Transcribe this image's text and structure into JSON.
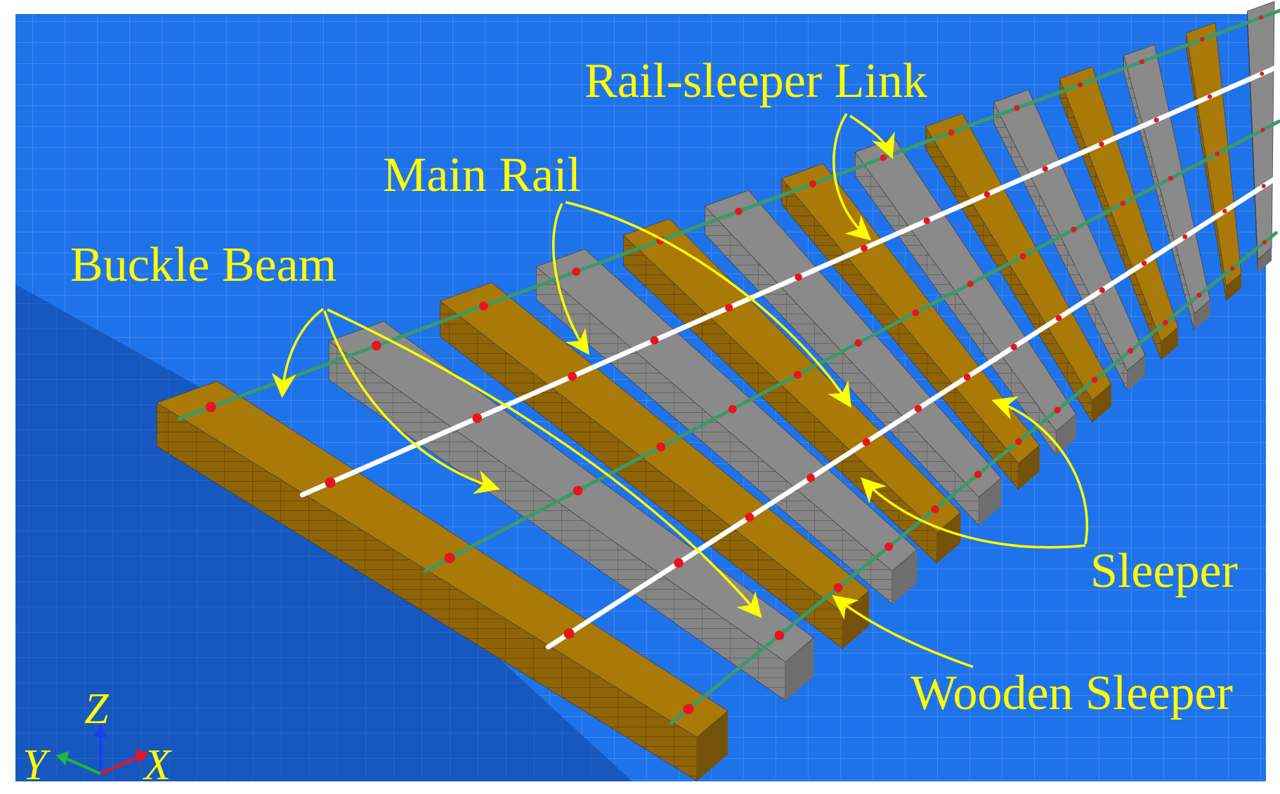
{
  "labels": {
    "rail_sleeper_link": "Rail-sleeper Link",
    "main_rail": "Main Rail",
    "buckle_beam": "Buckle Beam",
    "sleeper": "Sleeper",
    "wooden_sleeper": "Wooden Sleeper"
  },
  "axes": {
    "x": "X",
    "y": "Y",
    "z": "Z"
  },
  "colors": {
    "ground": "#1d6ee8",
    "ground_side": "#1553b8",
    "grid_line": "#4f8ff0",
    "concrete_sleeper": "#8a8a8a",
    "wooden_sleeper": "#a97a08",
    "main_rail": "#ffffff",
    "buckle_beam": "#3a9a6a",
    "link_node": "#e8141e",
    "annotation": "#ffff00",
    "axis_x": "#e8141e",
    "axis_y": "#1fb83a",
    "axis_z": "#1a3ef0"
  }
}
